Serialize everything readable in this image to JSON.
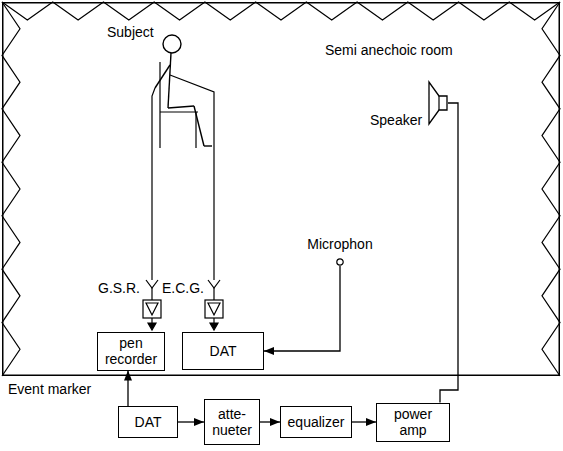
{
  "diagram": {
    "nodes": [
      {
        "text": [
          "Semi anechoic room"
        ]
      },
      {
        "text": [
          "pen recorder"
        ],
        "in": 0
      },
      {
        "text": [
          "DAT"
        ],
        "in": 0
      },
      {
        "text": [
          "Microphon"
        ],
        "in": 0
      },
      {
        "text": [
          "Speaker"
        ],
        "in": 0
      },
      {
        "text": [
          "DAT"
        ]
      },
      {
        "text": [
          "atte- nueter"
        ]
      },
      {
        "text": [
          "equalizer"
        ]
      },
      {
        "text": [
          "power amp"
        ]
      }
    ],
    "edges": [
      {
        "from": 5,
        "to": 6,
        "arrow": "to"
      },
      {
        "from": 6,
        "to": 7,
        "arrow": "to"
      },
      {
        "from": 7,
        "to": 8,
        "arrow": "to"
      },
      {
        "from": 8,
        "to": 4,
        "arrow": "none"
      },
      {
        "from": 3,
        "to": 2,
        "arrow": "to"
      },
      {
        "from": 5,
        "to": 1,
        "label": "Event marker",
        "arrow": "to"
      }
    ],
    "labels": [
      "Subject",
      "G.S.R.",
      "E.C.G."
    ]
  }
}
